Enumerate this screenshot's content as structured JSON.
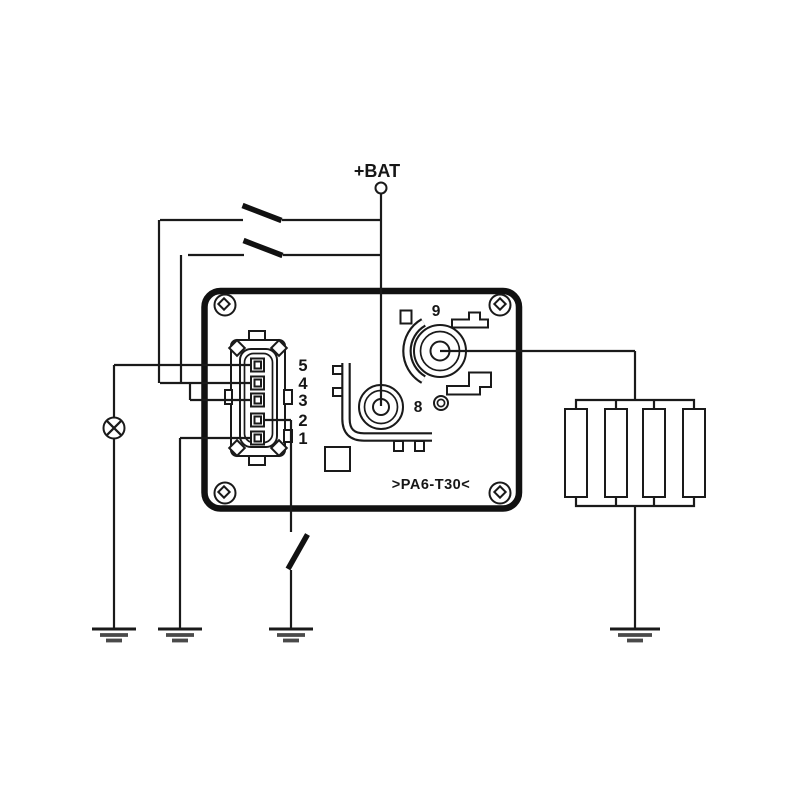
{
  "diagram": {
    "battery_label": "+BAT",
    "relay": {
      "terminal_top_label": "9",
      "terminal_bottom_label": "8",
      "case_marking": ">PA6-T30<",
      "connector_pins": [
        "5",
        "4",
        "3",
        "2",
        "1"
      ]
    },
    "colors": {
      "line": "#1a1a1a",
      "background": "#ffffff"
    }
  }
}
